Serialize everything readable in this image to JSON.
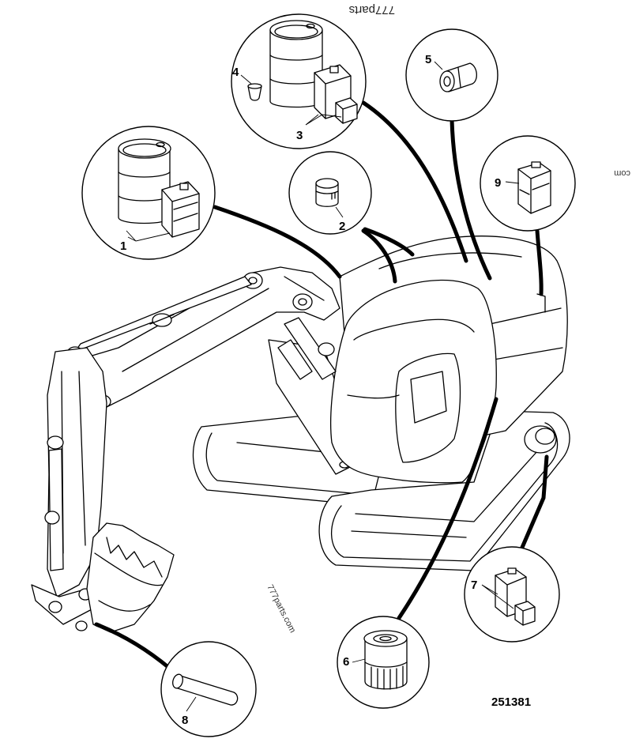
{
  "figure_code": "251381",
  "watermarks": {
    "top": "777parts",
    "middle": "777parts.com",
    "right": "com"
  },
  "callouts": [
    {
      "id": "1",
      "label": "1",
      "icon": "oil-drum-and-can-icon"
    },
    {
      "id": "2",
      "label": "2",
      "icon": "grease-tin-icon"
    },
    {
      "id": "3",
      "label": "3",
      "icon": "oil-drum-and-cans-icon"
    },
    {
      "id": "4",
      "label": "4",
      "icon": "small-cup-icon"
    },
    {
      "id": "5",
      "label": "5",
      "icon": "filter-sleeve-icon"
    },
    {
      "id": "6",
      "label": "6",
      "icon": "oil-filter-icon"
    },
    {
      "id": "7",
      "label": "7",
      "icon": "oil-cans-icon"
    },
    {
      "id": "8",
      "label": "8",
      "icon": "grease-tube-icon"
    },
    {
      "id": "9",
      "label": "9",
      "icon": "oil-can-icon"
    }
  ]
}
